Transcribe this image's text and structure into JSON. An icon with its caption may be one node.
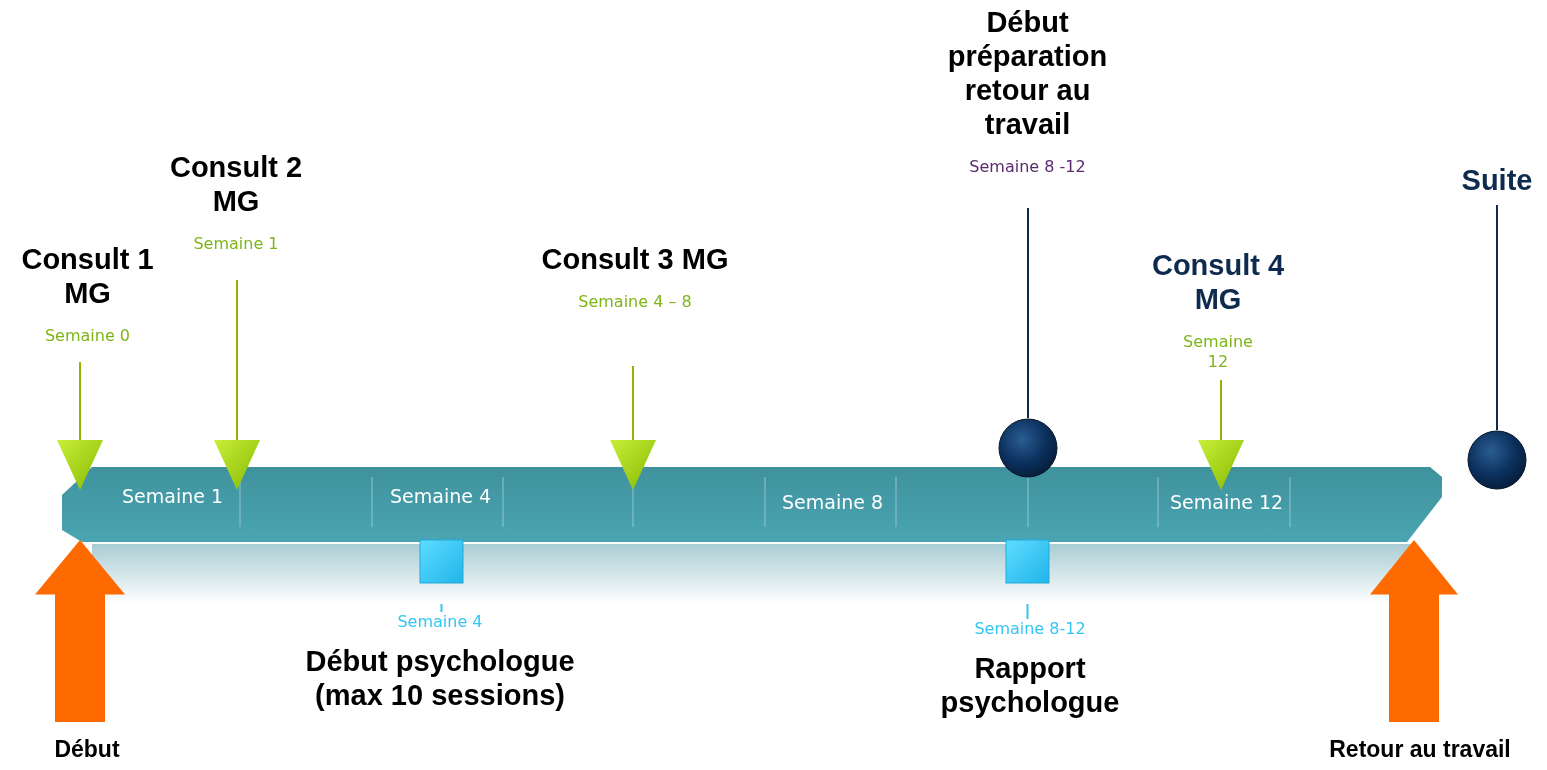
{
  "diagram": {
    "nodes": [
      {
        "text": [
          "Semaine 1",
          "Semaine 4",
          "Semaine 8",
          "Semaine 12"
        ]
      },
      {
        "text": [
          "Consult 1 MG",
          "Semaine 0"
        ]
      },
      {
        "text": [],
        "shape": "triangle"
      },
      {
        "text": [
          "Consult 2 MG",
          "Semaine 1"
        ]
      },
      {
        "text": [],
        "shape": "triangle"
      },
      {
        "text": [
          "Consult 3 MG",
          "Semaine 4 – 8"
        ]
      },
      {
        "text": [],
        "shape": "triangle"
      },
      {
        "text": [
          "Début préparation retour au travail",
          "Semaine 8 -12"
        ]
      },
      {
        "text": [],
        "shape": "circle"
      },
      {
        "text": [
          "Consult 4 MG",
          "Semaine 12"
        ]
      },
      {
        "text": [],
        "shape": "triangle"
      },
      {
        "text": [
          "Suite"
        ]
      },
      {
        "text": [],
        "shape": "circle"
      },
      {
        "text": [],
        "shape": "box"
      },
      {
        "text": [
          "Semaine 4",
          "Début psychologue (max 10 sessions)"
        ]
      },
      {
        "text": [],
        "shape": "box"
      },
      {
        "text": [
          "Semaine 8-12",
          "Rapport psychologue"
        ]
      },
      {
        "text": [],
        "shape": "arrow",
        "beside": [
          "Début"
        ]
      },
      {
        "text": [],
        "shape": "arrow",
        "beside": [
          "Retour au travail"
        ]
      }
    ],
    "edges": [
      {
        "from": 1,
        "to": 2,
        "arrow": "none"
      },
      {
        "from": 3,
        "to": 4,
        "arrow": "none"
      },
      {
        "from": 5,
        "to": 6,
        "arrow": "none"
      },
      {
        "from": 7,
        "to": 8,
        "arrow": "none",
        "color": "#0d2b4e"
      },
      {
        "from": 9,
        "to": 10,
        "arrow": "none"
      },
      {
        "from": 11,
        "to": 12,
        "arrow": "none",
        "color": "#0d2b4e"
      },
      {
        "from": 13,
        "to": 14,
        "arrow": "none",
        "color": "#33c5f3"
      },
      {
        "from": 15,
        "to": 16,
        "arrow": "none",
        "color": "#33c5f3"
      }
    ]
  }
}
